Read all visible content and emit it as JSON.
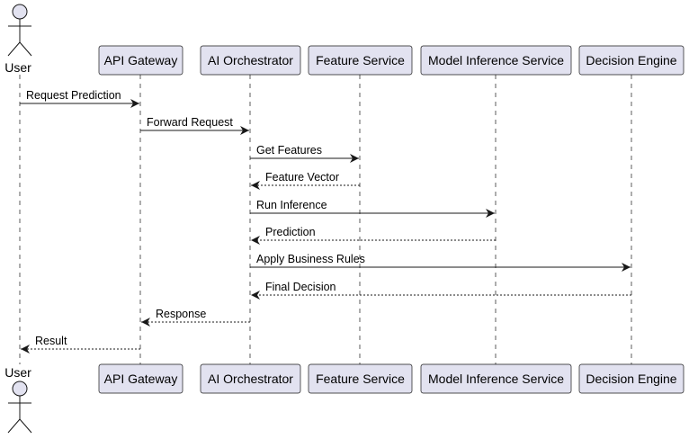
{
  "actor": {
    "name": "User"
  },
  "participants": [
    {
      "id": "gateway",
      "name": "API Gateway"
    },
    {
      "id": "orchestrator",
      "name": "AI Orchestrator"
    },
    {
      "id": "feature",
      "name": "Feature Service"
    },
    {
      "id": "model",
      "name": "Model Inference Service"
    },
    {
      "id": "decision",
      "name": "Decision Engine"
    }
  ],
  "messages": [
    {
      "from": "user",
      "to": "gateway",
      "label": "Request Prediction",
      "style": "solid"
    },
    {
      "from": "gateway",
      "to": "orchestrator",
      "label": "Forward Request",
      "style": "solid"
    },
    {
      "from": "orchestrator",
      "to": "feature",
      "label": "Get Features",
      "style": "solid"
    },
    {
      "from": "feature",
      "to": "orchestrator",
      "label": "Feature Vector",
      "style": "dashed"
    },
    {
      "from": "orchestrator",
      "to": "model",
      "label": "Run Inference",
      "style": "solid"
    },
    {
      "from": "model",
      "to": "orchestrator",
      "label": "Prediction",
      "style": "dashed"
    },
    {
      "from": "orchestrator",
      "to": "decision",
      "label": "Apply Business Rules",
      "style": "solid"
    },
    {
      "from": "decision",
      "to": "orchestrator",
      "label": "Final Decision",
      "style": "dashed"
    },
    {
      "from": "orchestrator",
      "to": "gateway",
      "label": "Response",
      "style": "dashed"
    },
    {
      "from": "gateway",
      "to": "user",
      "label": "Result",
      "style": "dashed"
    }
  ],
  "colors": {
    "participant_fill": "#e2e2f0",
    "participant_border": "#181818",
    "lifeline": "#181818",
    "arrow": "#181818"
  }
}
